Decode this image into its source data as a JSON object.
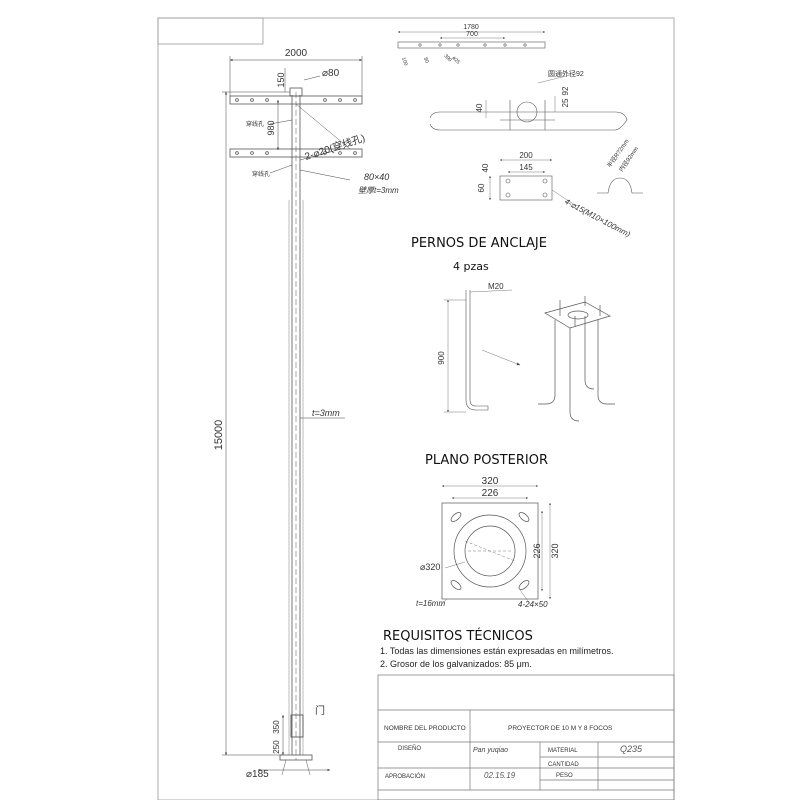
{
  "pole": {
    "crossarm_width": "2000",
    "top_offset": "150",
    "top_diameter": "⌀80",
    "arm_spacing": "980",
    "arm_note": "2-⌀20(穿线孔)",
    "hole_label_1": "穿线孔",
    "hole_label_2": "穿线孔",
    "arm_section": "80×40",
    "arm_wall": "壁厚t=3mm",
    "height": "15000",
    "wall_thickness": "t=3mm",
    "door_label": "门",
    "door_dim_1": "350",
    "door_dim_2": "250",
    "base_diameter": "⌀185"
  },
  "bracket_detail": {
    "dim_total": "1780",
    "dim_inner": "700",
    "dim_small_1": "100",
    "dim_small_2": "80",
    "dim_small_3": "300",
    "dim_small_4": "ø25",
    "tube_label": "圆通外径92",
    "dim_92": "92",
    "dim_25": "25",
    "dim_40": "40",
    "dim_200": "200",
    "dim_145": "145",
    "dim_side_40": "40",
    "dim_side_60": "60",
    "clamp_note": "4-⌀15(M10×100mm)",
    "clamp_label_1": "半径R?2mm",
    "clamp_label_2": "内径92mm"
  },
  "anchor": {
    "heading": "PERNOS DE ANCLAJE",
    "quantity": "4 pzas",
    "thread": "M20",
    "length": "900"
  },
  "base_plate": {
    "heading": "PLANO POSTERIOR",
    "outer": "320",
    "inner": "226",
    "side_inner": "226",
    "side_outer": "320",
    "diameter": "⌀320",
    "thickness": "t=16mm",
    "holes": "4-24×50"
  },
  "requirements": {
    "heading": "REQUISITOS TÉCNICOS",
    "item_1": "1. Todas las dimensiones están expresadas en milímetros.",
    "item_2": "2. Grosor de los galvanizados: 85 μm."
  },
  "title_block": {
    "product_label": "NOMBRE DEL PRODUCTO",
    "product_value": "PROYECTOR DE 10 M Y 8 FOCOS",
    "design_label": "DISEÑO",
    "design_signature": "Pan yuqiao",
    "material_label": "MATERIAL",
    "material_value": "Q235",
    "quantity_label": "CANTIDAD",
    "quantity_value": "",
    "approval_label": "APROBACIÓN",
    "approval_date": "02.15.19",
    "weight_label": "PESO",
    "weight_value": ""
  }
}
